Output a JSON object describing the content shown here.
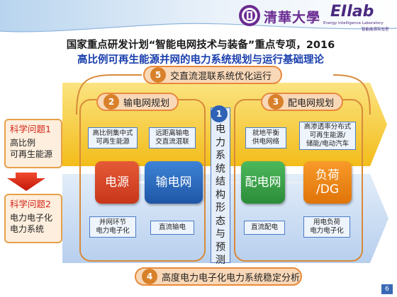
{
  "header": {
    "logo_university": "清華大學",
    "logo_lab": "EIlab",
    "logo_lab_sub1": "Energy Intelligence Laboratory",
    "logo_lab_sub2": "智能能源实验室"
  },
  "title_line1": "国家重点研发计划“智能电网技术与装备”重点专项，2016",
  "title_line2": "高比例可再生能源并网的电力系统规划与运行基础理论",
  "topics": {
    "t5": {
      "num": "5",
      "label": "交直流混联系统优化运行"
    },
    "t2": {
      "num": "2",
      "label": "输电网规划"
    },
    "t3": {
      "num": "3",
      "label": "配电网规划"
    },
    "t1": {
      "num": "1",
      "label": "电力系统结构形态与预测"
    },
    "t4": {
      "num": "4",
      "label": "高度电力电子化电力系统稳定分析"
    }
  },
  "questions": {
    "q1_title": "科学问题1",
    "q1_line1": "高比例",
    "q1_line2": "可再生能源",
    "q2_title": "科学问题2",
    "q2_line1": "电力电子化",
    "q2_line2": "电力系统"
  },
  "blocks": {
    "source": "电源",
    "transmission": "输电网",
    "distribution": "配电网",
    "load_line1": "负荷",
    "load_line2": "/DG"
  },
  "notes": {
    "source_top": [
      "高比例集中式",
      "可再生能源"
    ],
    "trans_top": [
      "远距离输电",
      "交直流混联"
    ],
    "dist_top": [
      "就地平衡",
      "供电网络"
    ],
    "load_top": [
      "高渗透率分布式",
      "可再生能源/",
      "储能/电动汽车"
    ],
    "source_bottom": [
      "并网环节",
      "电力电子化"
    ],
    "trans_bottom": [
      "直流输电"
    ],
    "dist_bottom": [
      "直流配电"
    ],
    "load_bottom": [
      "用电负荷",
      "电力电子化"
    ]
  },
  "vertical_chars": [
    "电",
    "力",
    "系",
    "统",
    "结",
    "构",
    "形",
    "态",
    "与",
    "预",
    "测"
  ],
  "page_number": "6",
  "colors": {
    "arrow_top": "#f7c21a",
    "arrow_bottom": "#c9dcf3",
    "source": "#d94b2b",
    "transmission": "#2e6fc4",
    "distribution": "#3aa24a",
    "load": "#ef8a16",
    "accent": "#d8812a"
  }
}
